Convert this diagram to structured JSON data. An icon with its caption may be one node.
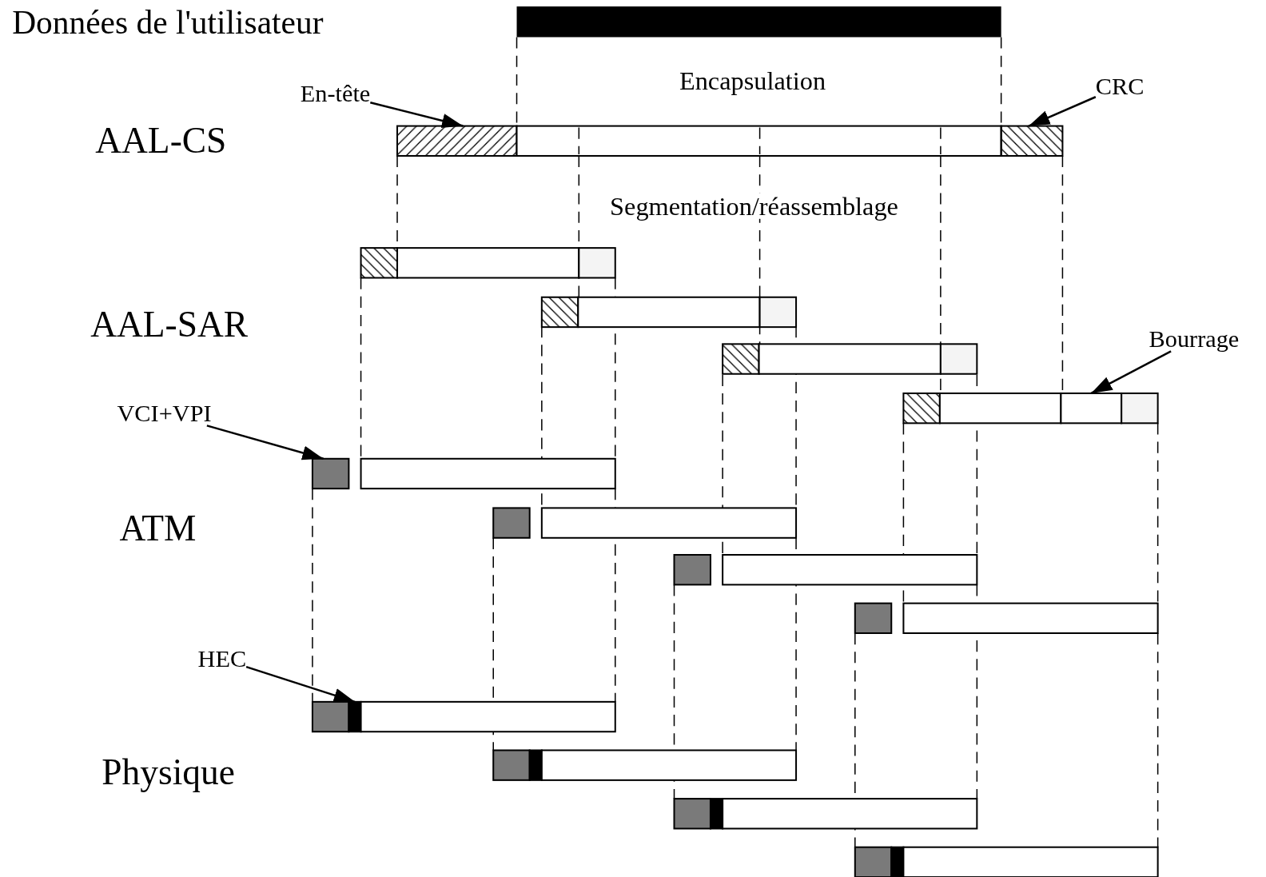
{
  "diagram": {
    "nodes": [
      {
        "text": [
          "En-tête"
        ]
      },
      {
        "text": [],
        "shape": "box"
      },
      {
        "text": [
          "CRC"
        ]
      },
      {
        "text": [],
        "shape": "box"
      },
      {
        "text": [
          "Bourrage"
        ]
      },
      {
        "text": [],
        "shape": "box"
      },
      {
        "text": [
          "VCI+VPI"
        ]
      },
      {
        "text": [],
        "shape": "box"
      },
      {
        "text": [
          "HEC"
        ]
      },
      {
        "text": [],
        "shape": "box"
      }
    ],
    "edges": [
      {
        "from": 0,
        "to": 1,
        "arrow": "to"
      },
      {
        "from": 2,
        "to": 3,
        "arrow": "to"
      },
      {
        "from": 4,
        "to": 5,
        "arrow": "to"
      },
      {
        "from": 6,
        "to": 7,
        "arrow": "to"
      },
      {
        "from": 8,
        "to": 9,
        "arrow": "to"
      }
    ],
    "labels": [
      "Données de l'utilisateur",
      "Encapsulation",
      "AAL-CS",
      "Segmentation/réassemblage",
      "AAL-SAR",
      "ATM",
      "Physique"
    ]
  }
}
